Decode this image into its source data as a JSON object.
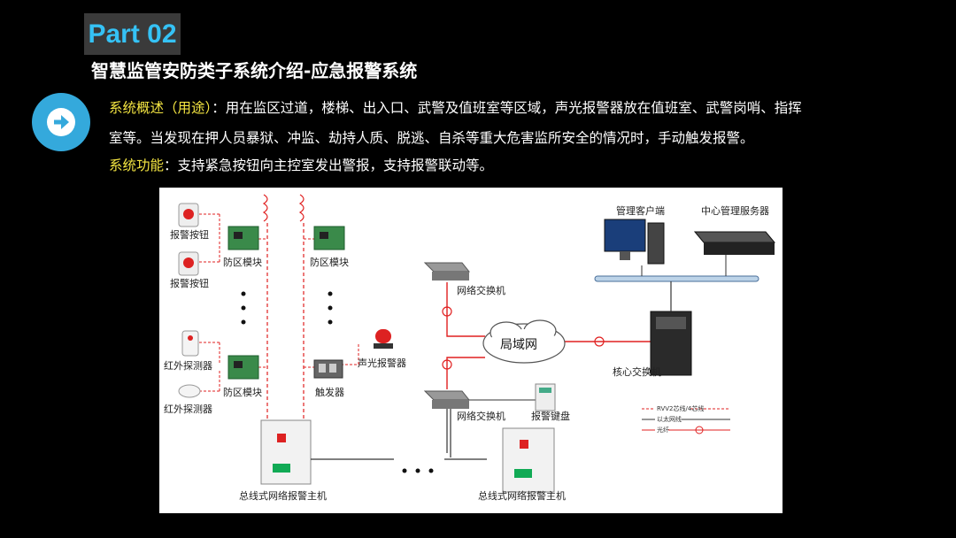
{
  "header": {
    "part_label": "Part 02",
    "title": "智慧监管安防类子系统介绍-应急报警系统"
  },
  "overview": {
    "label": "系统概述（用途）",
    "line1_rest": "：用在监区过道，楼梯、出入口、武警及值班室等区域，声光报警器放在值班室、武警岗哨、指挥",
    "line2": "室等。当发现在押人员暴狱、冲监、劫持人质、脱逃、自杀等重大危害监所安全的情况时，手动触发报警。"
  },
  "function": {
    "label": "系统功能",
    "text": "：支持紧急按钮向主控室发出警报，支持报警联动等。"
  },
  "diagram": {
    "alarm_button_1": "报警按钮",
    "alarm_button_2": "报警按钮",
    "zone_module_1": "防区模块",
    "zone_module_2": "防区模块",
    "zone_module_3": "防区模块",
    "ir_detector_1": "红外探测器",
    "ir_detector_2": "红外探测器",
    "trigger": "触发器",
    "sound_light_alarm": "声光报警器",
    "network_switch_top": "网络交换机",
    "network_switch_bottom": "网络交换机",
    "lan": "局域网",
    "core_switch": "核心交换机",
    "mgmt_client": "管理客户端",
    "central_server": "中心管理服务器",
    "alarm_keypad": "报警键盘",
    "bus_host_left": "总线式网络报警主机",
    "bus_host_right": "总线式网络报警主机",
    "legend": {
      "rvv": "RVV2芯线/4芯线",
      "ethernet": "以太网线",
      "fiber": "光纤"
    }
  },
  "colors": {
    "badge_text": "#35c2f5",
    "badge_bg": "#3a3a3a",
    "highlight": "#f5e642",
    "icon_circle": "#34a9dc",
    "fiber_line": "#e02020"
  }
}
